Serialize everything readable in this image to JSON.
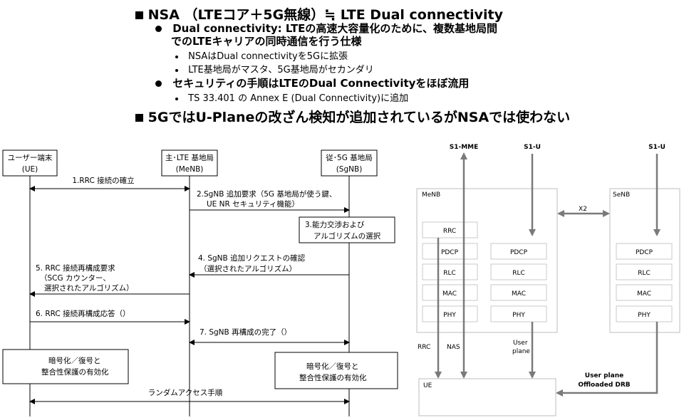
{
  "header": {
    "line1": "NSA （LTEコア＋5G無線）≒ LTE Dual connectivity",
    "bullet1_line1": "Dual connectivity: LTEの高速大容量化のために、複数基地局間",
    "bullet1_line2": "でのLTEキャリアの同時通信を行う仕様",
    "sub1": "NSAはDual connectivityを5Gに拡張",
    "sub2": "LTE基地局がマスタ、5G基地局がセカンダリ",
    "bullet2": "セキュリティの手順はLTEのDual Connectivityをほぼ流用",
    "sub3": "TS 33.401 の Annex E (Dual Connectivity)に追加",
    "line2": "5GではU-Planeの改ざん検知が追加されているがNSAでは使わない"
  },
  "sequence": {
    "ue_l1": "ユーザー端末",
    "ue_l2": "(UE)",
    "menb_l1": "主･LTE 基地局",
    "menb_l2": "(MeNB)",
    "sgnb_l1": "従･5G 基地局",
    "sgnb_l2": "(SgNB)",
    "m1": "1.RRC 接続の確立",
    "m2_l1": "2.SgNB 追加要求（5G 基地局が使う鍵、",
    "m2_l2": "UE NR セキュリティ機能）",
    "m3_l1": "3.能力交渉および",
    "m3_l2": "アルゴリズムの選択",
    "m4_l1": "4. SgNB 追加リクエストの確認",
    "m4_l2": "（選択されたアルゴリズム）",
    "m5_l1": "5. RRC 接続再構成要求",
    "m5_l2": "（SCG カウンター、",
    "m5_l3": "選択されたアルゴリズム）",
    "m6": "6. RRC 接続再構成応答（）",
    "m7": "7. SgNB 再構成の完了（）",
    "enc_l1": "暗号化／復号と",
    "enc_l2": "整合性保護の有効化",
    "random": "ランダムアクセス手順"
  },
  "arch": {
    "s1mme": "S1-MME",
    "s1u_a": "S1-U",
    "s1u_b": "S1-U",
    "menb": "MeNB",
    "senb": "SeNB",
    "x2": "X2",
    "rrc": "RRC",
    "pdcp": "PDCP",
    "rlc": "RLC",
    "mac": "MAC",
    "phy": "PHY",
    "rrc_label": "RRC",
    "nas_label": "NAS",
    "user_plane_l1": "User",
    "user_plane_l2": "plane",
    "ue": "UE",
    "offload_l1": "User plane",
    "offload_l2": "Offloaded DRB"
  }
}
